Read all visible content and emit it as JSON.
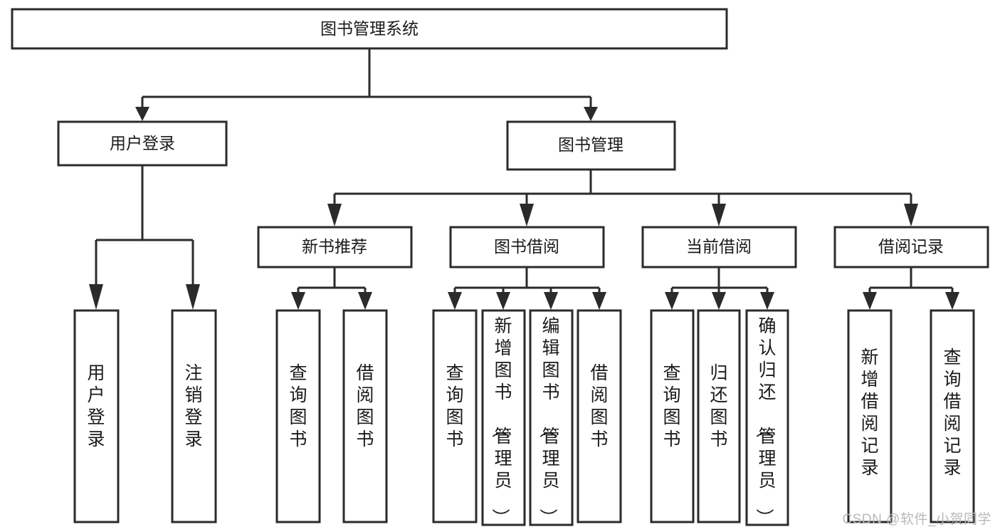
{
  "diagram": {
    "type": "hierarchy-tree",
    "title": "图书管理系统",
    "watermark": "CSDN @软件_小贺同学",
    "colors": {
      "stroke": "#2b2b2b",
      "fill": "#ffffff",
      "text": "#1a1a1a",
      "watermark": "#b8b8b8"
    },
    "root": {
      "label": "图书管理系统",
      "orientation": "horizontal"
    },
    "level2": [
      {
        "label": "用户登录",
        "orientation": "horizontal"
      },
      {
        "label": "图书管理",
        "orientation": "horizontal"
      }
    ],
    "level3": [
      {
        "label": "新书推荐",
        "orientation": "horizontal",
        "parent": "图书管理"
      },
      {
        "label": "图书借阅",
        "orientation": "horizontal",
        "parent": "图书管理"
      },
      {
        "label": "当前借阅",
        "orientation": "horizontal",
        "parent": "图书管理"
      },
      {
        "label": "借阅记录",
        "orientation": "horizontal",
        "parent": "图书管理"
      }
    ],
    "leaves": {
      "用户登录": [
        {
          "label": "用户登录",
          "orientation": "vertical"
        },
        {
          "label": "注销登录",
          "orientation": "vertical"
        }
      ],
      "新书推荐": [
        {
          "label": "查询图书",
          "orientation": "vertical"
        },
        {
          "label": "借阅图书",
          "orientation": "vertical"
        }
      ],
      "图书借阅": [
        {
          "label": "查询图书",
          "orientation": "vertical"
        },
        {
          "label": "新增图书（管理员）",
          "orientation": "vertical"
        },
        {
          "label": "编辑图书（管理员）",
          "orientation": "vertical"
        },
        {
          "label": "借阅图书",
          "orientation": "vertical"
        }
      ],
      "当前借阅": [
        {
          "label": "查询图书",
          "orientation": "vertical"
        },
        {
          "label": "归还图书",
          "orientation": "vertical"
        },
        {
          "label": "确认归还（管理员）",
          "orientation": "vertical"
        }
      ],
      "借阅记录": [
        {
          "label": "新增借阅记录",
          "orientation": "vertical"
        },
        {
          "label": "查询借阅记录",
          "orientation": "vertical"
        }
      ]
    }
  },
  "labels": {
    "root_title": "图书管理系统",
    "l2_user_login": "用户登录",
    "l2_book_mgmt": "图书管理",
    "l3_new_book_rec": "新书推荐",
    "l3_book_borrow": "图书借阅",
    "l3_current_borrow": "当前借阅",
    "l3_borrow_record": "借阅记录",
    "leaf_user_login": "用户登录",
    "leaf_logout": "注销登录",
    "leaf_query_book_a": "查询图书",
    "leaf_borrow_book_a": "借阅图书",
    "leaf_query_book_b": "查询图书",
    "leaf_add_book_admin": "新增图书（管理员）",
    "leaf_edit_book_admin": "编辑图书（管理员）",
    "leaf_borrow_book_b": "借阅图书",
    "leaf_query_book_c": "查询图书",
    "leaf_return_book": "归还图书",
    "leaf_confirm_return_admin": "确认归还（管理员）",
    "leaf_add_borrow_record": "新增借阅记录",
    "leaf_query_borrow_record": "查询借阅记录",
    "watermark": "CSDN @软件_小贺同学"
  }
}
